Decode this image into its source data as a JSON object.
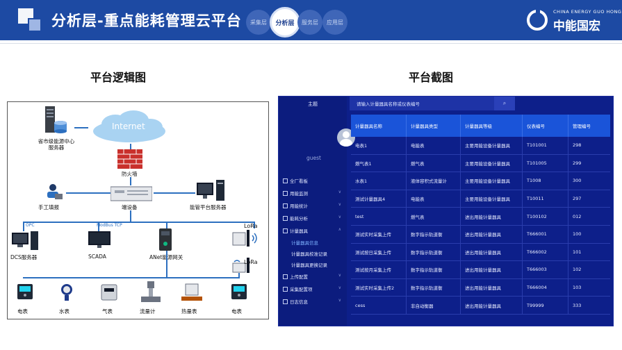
{
  "header": {
    "title": "分析层-重点能耗管理云平台",
    "tabs": [
      {
        "label": "采集层",
        "active": false
      },
      {
        "label": "分析层",
        "active": true
      },
      {
        "label": "服务层",
        "active": false
      },
      {
        "label": "应用层",
        "active": false
      }
    ],
    "brand_en": "CHINA ENERGY GUO HONG",
    "brand_cn": "中能国宏"
  },
  "left_section": {
    "title": "平台逻辑图",
    "diagram": {
      "internet": "Internet",
      "server_provincial": "省市级能源中心\n服务器",
      "firewall": "防火墙",
      "manual": "手工填报",
      "edge_device": "端设备",
      "platform_server": "能管平台服务器",
      "opc": "OPC",
      "modbus": "ModBus TCP",
      "lora1": "LoRa",
      "lora2": "LoRa",
      "dcs": "DCS服务器",
      "scada": "SCADA",
      "anet": "ANet能源网关",
      "meters": [
        "电表",
        "水表",
        "气表",
        "流量计",
        "热量表",
        "电表"
      ]
    }
  },
  "right_section": {
    "title": "平台截图",
    "app": {
      "sidebar_title": "主题",
      "user": "guest",
      "search_placeholder": "请输入计量器具名称或仪表编号",
      "search_icon": "search-icon",
      "menu": [
        {
          "label": "全厂看板",
          "icon": "dashboard-icon",
          "chevron": false
        },
        {
          "label": "用能监测",
          "icon": "monitor-icon",
          "chevron": true
        },
        {
          "label": "用能统计",
          "icon": "stats-icon",
          "chevron": true
        },
        {
          "label": "能耗分析",
          "icon": "analysis-icon",
          "chevron": true
        },
        {
          "label": "计量器具",
          "icon": "meter-icon",
          "chevron": true,
          "expanded": true
        },
        {
          "label": "计量器具信息",
          "sub": true,
          "active": true
        },
        {
          "label": "计量器具校准记录",
          "sub": true
        },
        {
          "label": "计量器具更换记录",
          "sub": true
        },
        {
          "label": "上传配置",
          "icon": "upload-icon",
          "chevron": true
        },
        {
          "label": "采集配置项",
          "icon": "config-icon",
          "chevron": true
        },
        {
          "label": "日志信息",
          "icon": "log-icon",
          "chevron": true
        }
      ],
      "table": {
        "columns": [
          "计量器具名称",
          "计量器具类型",
          "计量器具等级",
          "仪表编号",
          "管理编号"
        ],
        "rows": [
          [
            "电表1",
            "电能表",
            "主要用能设备计量器具",
            "T101001",
            "298"
          ],
          [
            "燃气表1",
            "燃气表",
            "主要用能设备计量器具",
            "T101005",
            "299"
          ],
          [
            "水表1",
            "液体容积式流量计",
            "主要用能设备计量器具",
            "T1008",
            "300"
          ],
          [
            "测试计量器具4",
            "电能表",
            "主要用能设备计量器具",
            "T10011",
            "297"
          ],
          [
            "test",
            "燃气表",
            "进出用能计量器具",
            "T100102",
            "012"
          ],
          [
            "测试实时采集上传",
            "数字指示轨道衡",
            "进出用能计量器具",
            "T666001",
            "100"
          ],
          [
            "测试按日采集上传",
            "数字指示轨道衡",
            "进出用能计量器具",
            "T666002",
            "101"
          ],
          [
            "测试按月采集上传",
            "数字指示轨道衡",
            "进出用能计量器具",
            "T666003",
            "102"
          ],
          [
            "测试实时采集上传2",
            "数字指示轨道衡",
            "进出用能计量器具",
            "T666004",
            "103"
          ],
          [
            "cess",
            "非自动衡器",
            "进出用能计量器具",
            "T99999",
            "333"
          ]
        ]
      }
    }
  }
}
